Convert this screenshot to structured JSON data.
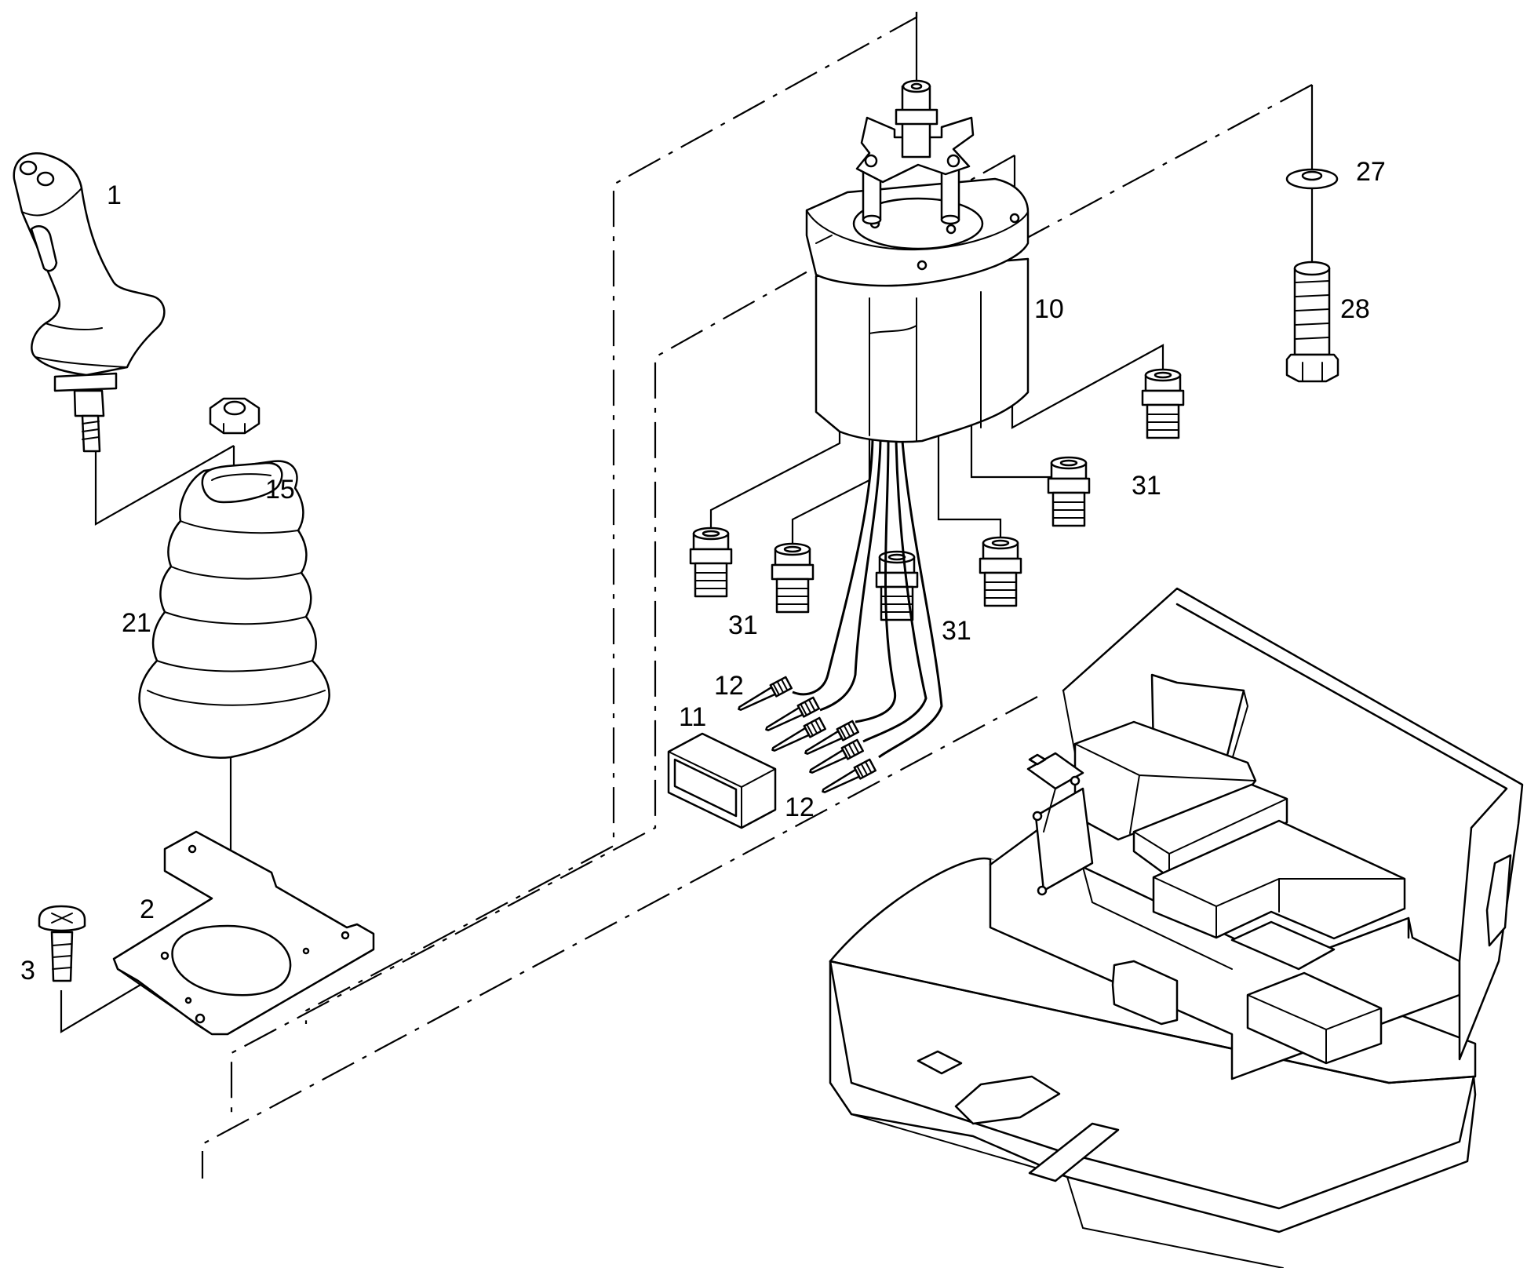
{
  "callouts": [
    {
      "id": "c1",
      "text": "1"
    },
    {
      "id": "c2",
      "text": "2"
    },
    {
      "id": "c3",
      "text": "3"
    },
    {
      "id": "c10",
      "text": "10"
    },
    {
      "id": "c11",
      "text": "11"
    },
    {
      "id": "c12a",
      "text": "12"
    },
    {
      "id": "c12b",
      "text": "12"
    },
    {
      "id": "c15",
      "text": "15"
    },
    {
      "id": "c21",
      "text": "21"
    },
    {
      "id": "c27",
      "text": "27"
    },
    {
      "id": "c28",
      "text": "28"
    },
    {
      "id": "c31a",
      "text": "31"
    },
    {
      "id": "c31b",
      "text": "31"
    },
    {
      "id": "c31c",
      "text": "31"
    }
  ]
}
